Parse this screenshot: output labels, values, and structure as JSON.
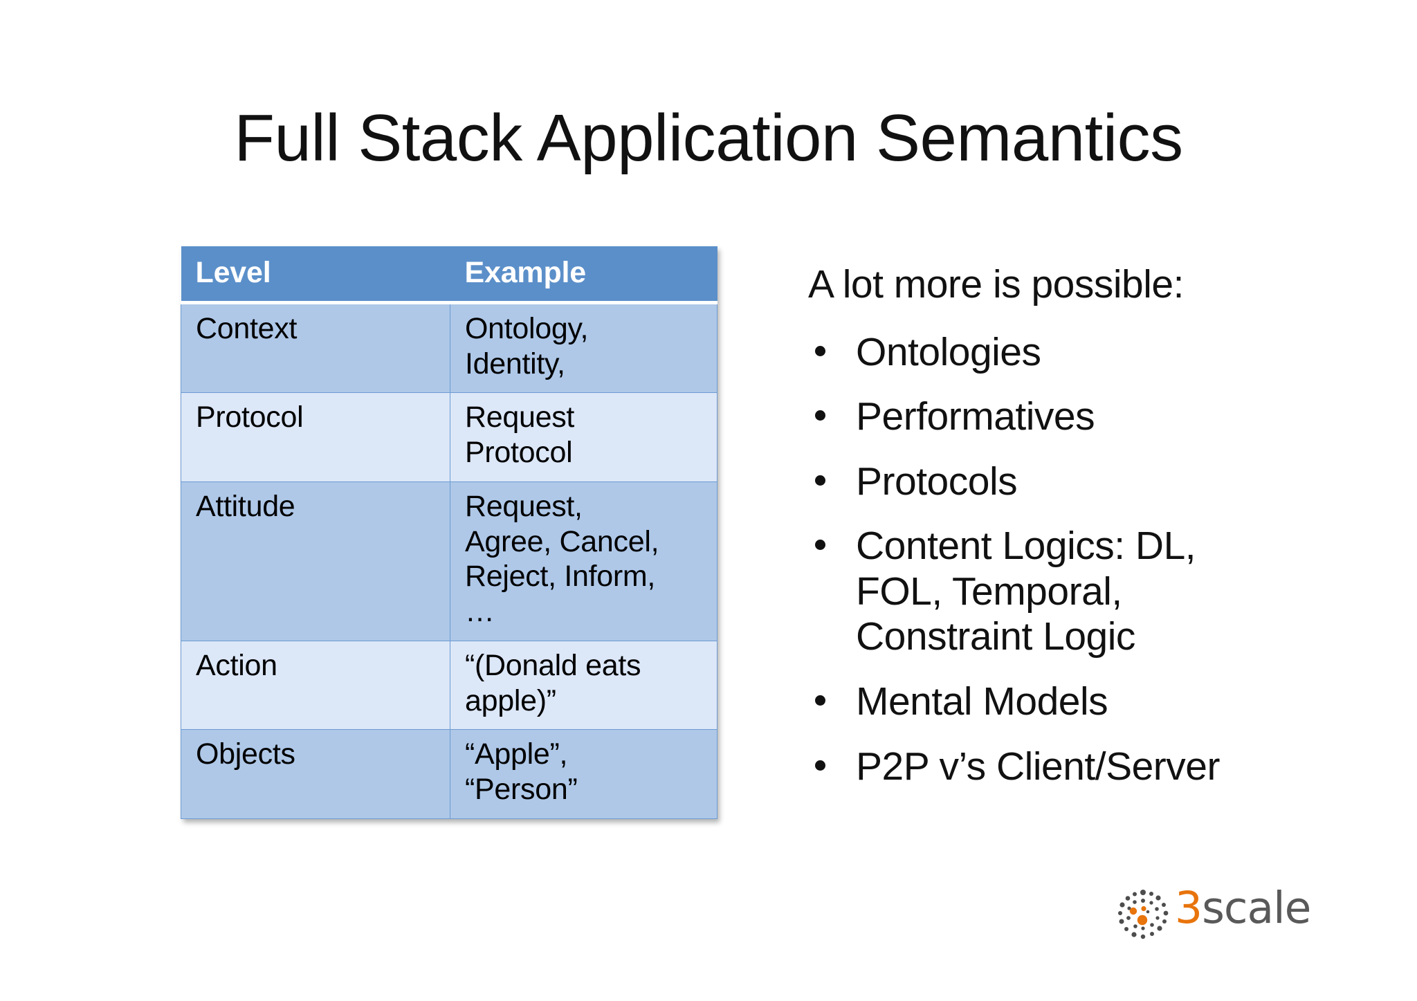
{
  "slide": {
    "title": "Full Stack Application Semantics",
    "background_color": "#FFFFFF"
  },
  "table": {
    "header_color": "#5B8FC9",
    "row_dark_color": "#AFC8E8",
    "row_light_color": "#DCE7F8",
    "border_color": "#6C9BD2",
    "columns": [
      "Level",
      "Example"
    ],
    "rows": [
      {
        "level": "Context",
        "example_lines": [
          "Ontology,",
          "Identity,"
        ],
        "shade": "dark"
      },
      {
        "level": "Protocol",
        "example_lines": [
          "Request",
          "Protocol"
        ],
        "shade": "light"
      },
      {
        "level": "Attitude",
        "example_lines": [
          "Request,",
          "Agree, Cancel,",
          "Reject, Inform,",
          "…"
        ],
        "shade": "dark"
      },
      {
        "level": "Action",
        "example_lines": [
          "“(Donald eats",
          "apple)”"
        ],
        "shade": "light"
      },
      {
        "level": "Objects",
        "example_lines": [
          "“Apple”,",
          "“Person”"
        ],
        "shade": "dark"
      }
    ]
  },
  "right_panel": {
    "heading": "A lot more is possible:",
    "bullets": [
      {
        "lines": [
          "Ontologies"
        ]
      },
      {
        "lines": [
          "Performatives"
        ]
      },
      {
        "lines": [
          "Protocols"
        ]
      },
      {
        "lines": [
          "Content Logics: DL,",
          "FOL, Temporal,",
          "Constraint Logic"
        ]
      },
      {
        "lines": [
          "Mental Models"
        ]
      },
      {
        "lines": [
          "P2P v’s Client/Server"
        ]
      }
    ]
  },
  "logo": {
    "name": "3scale",
    "text_first": "3",
    "text_rest": "scale",
    "accent_color": "#E8740C",
    "text_color": "#595959"
  }
}
